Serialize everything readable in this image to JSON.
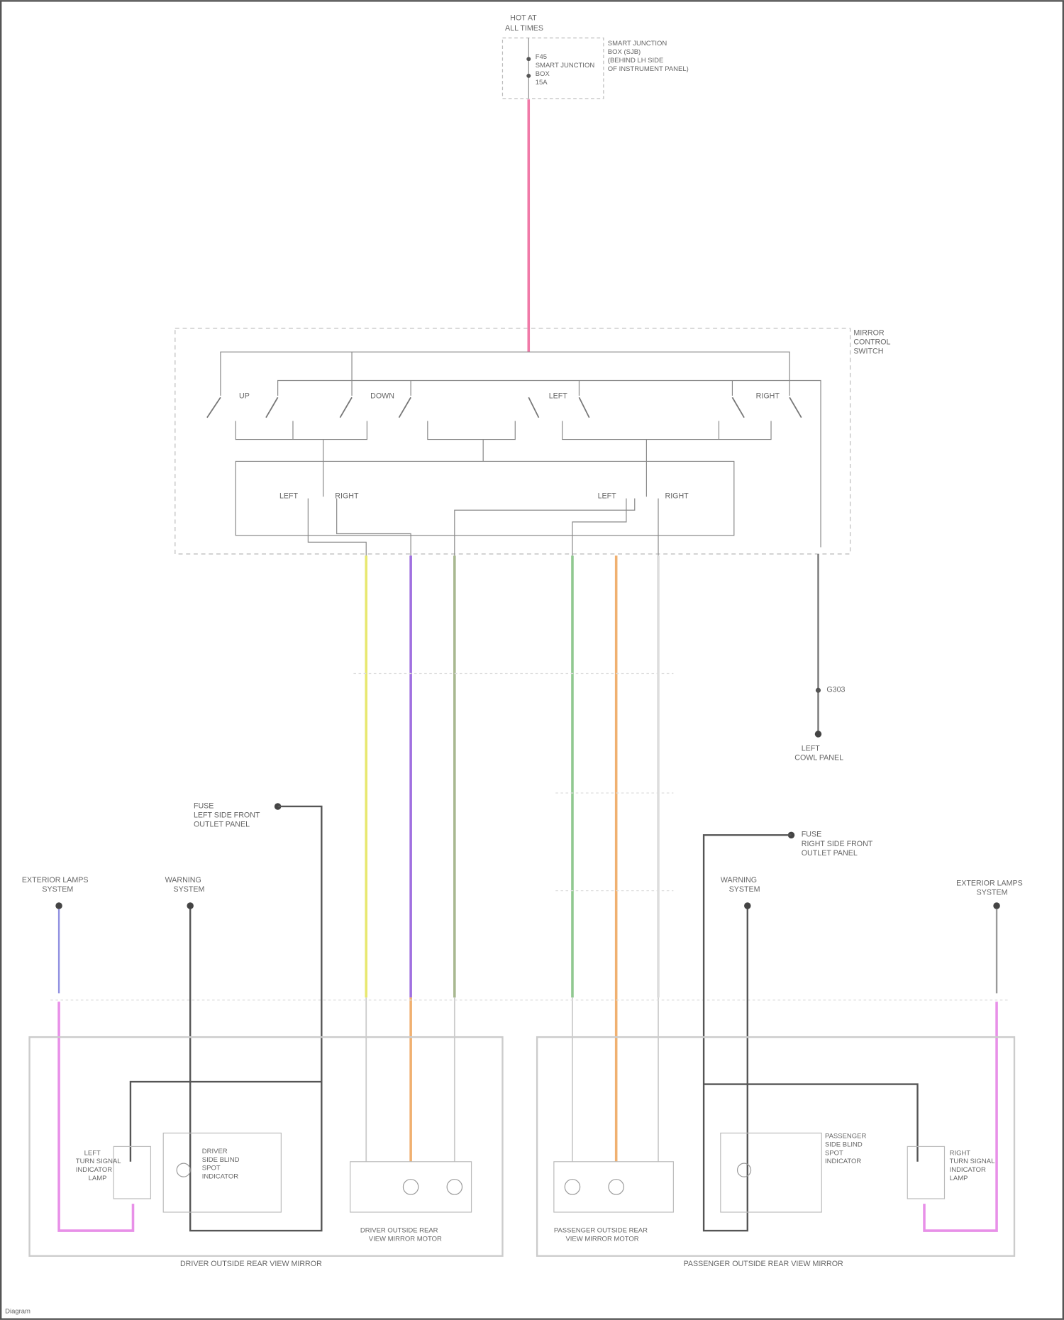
{
  "fuse_box": {
    "title_line1": "HOT AT",
    "title_line2": "ALL TIMES",
    "fuse_line1": "F45",
    "fuse_line2": "SMART JUNCTION",
    "fuse_line3": "BOX",
    "fuse_line4": "15A",
    "note_line1": "SMART JUNCTION",
    "note_line2": "BOX (SJB)",
    "note_line3": "(BEHIND LH SIDE",
    "note_line4": "OF INSTRUMENT PANEL)"
  },
  "switch": {
    "title_line1": "MIRROR",
    "title_line2": "CONTROL",
    "title_line3": "SWITCH",
    "up": "UP",
    "down": "DOWN",
    "left": "LEFT",
    "right": "RIGHT",
    "sel_left_1": "LEFT",
    "sel_right_1": "RIGHT",
    "sel_left_2": "LEFT",
    "sel_right_2": "RIGHT"
  },
  "ground": {
    "label": "G303",
    "line1": "LEFT",
    "line2": "COWL PANEL",
    "line3": ""
  },
  "left_side": {
    "fuse_note_line1": "FUSE",
    "fuse_note_line2": "LEFT SIDE FRONT",
    "fuse_note_line3": "OUTLET PANEL",
    "ext_lamps": "EXTERIOR LAMPS\nSYSTEM",
    "ext_lamps_1": "EXTERIOR LAMPS",
    "ext_lamps_2": "SYSTEM",
    "warn_1": "WARNING",
    "warn_2": "SYSTEM",
    "lamp_1": "LEFT",
    "lamp_2": "TURN SIGNAL",
    "lamp_3": "INDICATOR",
    "lamp_4": "LAMP",
    "sensor_1": "DRIVER",
    "sensor_2": "SIDE BLIND",
    "sensor_3": "SPOT",
    "sensor_4": "INDICATOR",
    "motor_1": "DRIVER OUTSIDE REAR",
    "motor_2": "VIEW MIRROR MOTOR",
    "assembly": "DRIVER OUTSIDE REAR VIEW MIRROR"
  },
  "right_side": {
    "fuse_note_line1": "FUSE",
    "fuse_note_line2": "RIGHT SIDE FRONT",
    "fuse_note_line3": "OUTLET PANEL",
    "ext_lamps_1": "EXTERIOR LAMPS",
    "ext_lamps_2": "SYSTEM",
    "warn_1": "WARNING",
    "warn_2": "SYSTEM",
    "lamp_1": "RIGHT",
    "lamp_2": "TURN SIGNAL",
    "lamp_3": "INDICATOR",
    "lamp_4": "LAMP",
    "sensor_1": "PASSENGER",
    "sensor_2": "SIDE BLIND",
    "sensor_3": "SPOT",
    "sensor_4": "INDICATOR",
    "motor_1": "PASSENGER OUTSIDE REAR",
    "motor_2": "VIEW MIRROR MOTOR",
    "assembly": "PASSENGER OUTSIDE REAR VIEW MIRROR"
  },
  "footer": "Diagram",
  "colors": {
    "red_pink": "#f07aa8",
    "yellow": "#e8e870",
    "purple": "#a070e0",
    "gray_green": "#a8b890",
    "green": "#90c890",
    "orange": "#f0b070",
    "magenta": "#e890e8",
    "blue": "#9090e0",
    "dark": "#555555"
  }
}
